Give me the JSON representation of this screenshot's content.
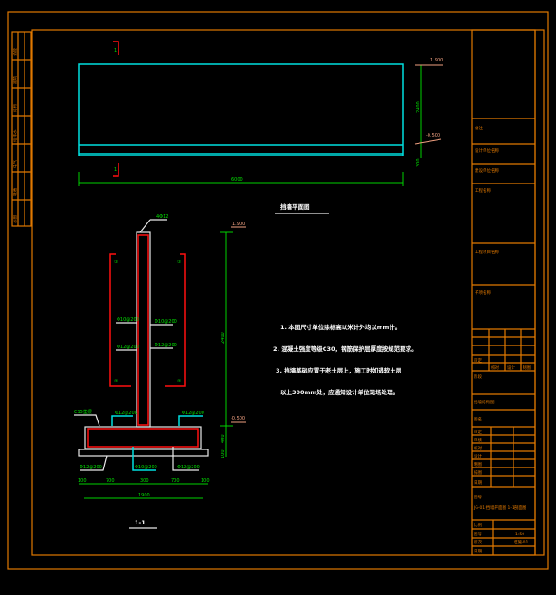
{
  "plan": {
    "title": "挡墙平面图",
    "section_mark": "1",
    "length_dim": "6000",
    "height_dim": "2400",
    "base_dim": "300",
    "top_elev": "1.900",
    "bottom_elev": "-0.500"
  },
  "section": {
    "title": "1-1",
    "top_bar": "4Φ12",
    "side_mark_left_top": "①",
    "side_mark_right_top": "①",
    "side_mark_left_bottom": "②",
    "side_mark_right_bottom": "②",
    "rebar_labels": [
      "Φ10@200",
      "Φ12@200",
      "Φ10@200",
      "Φ12@200"
    ],
    "base_labels": [
      "C15垫层",
      "Φ12@200",
      "Φ12@200",
      "Φ12@200",
      "Φ10@200",
      "Φ12@200"
    ],
    "dims_bottom": [
      "100",
      "700",
      "300",
      "700",
      "100"
    ],
    "dim_total": "1900",
    "height_dim": "2400",
    "foot_dim": "400",
    "pad_dim": "100",
    "top_elev": "1.900",
    "ground_elev": "-0.500"
  },
  "notes": [
    "1. 本图尺寸单位除标高以米计外均以mm计。",
    "2. 混凝土强度等级C30，钢筋保护层厚度按规范要求。",
    "3. 挡墙基础应置于老土层上，施工时如遇软土层",
    "   以上300mm处，应通知设计单位现场处理。"
  ],
  "title_block": {
    "rows": [
      "备注",
      "设计单位名称",
      "建设单位名称",
      "工程名称",
      "工程项目名称",
      "子项名称"
    ],
    "signature_header": [
      "审定",
      "校对",
      "设计",
      "制图"
    ],
    "drawing_name_label": "图名",
    "drawing_name": "挡墙结构图",
    "stage_label": "阶段",
    "person_rows": [
      "审定",
      "审核",
      "校对",
      "设计",
      "制图",
      "描图",
      "日期"
    ],
    "drawing_no_label": "图号",
    "drawing_no": "JG-01 挡墙平面图 1-1剖面图",
    "footer": [
      "比例",
      "图号",
      "版次",
      "日期"
    ],
    "footer_values": [
      "1:50",
      "结施-01"
    ]
  },
  "left_strip": [
    "会签",
    "建筑",
    "结构",
    "给排水",
    "电气",
    "暖通",
    "总图"
  ]
}
